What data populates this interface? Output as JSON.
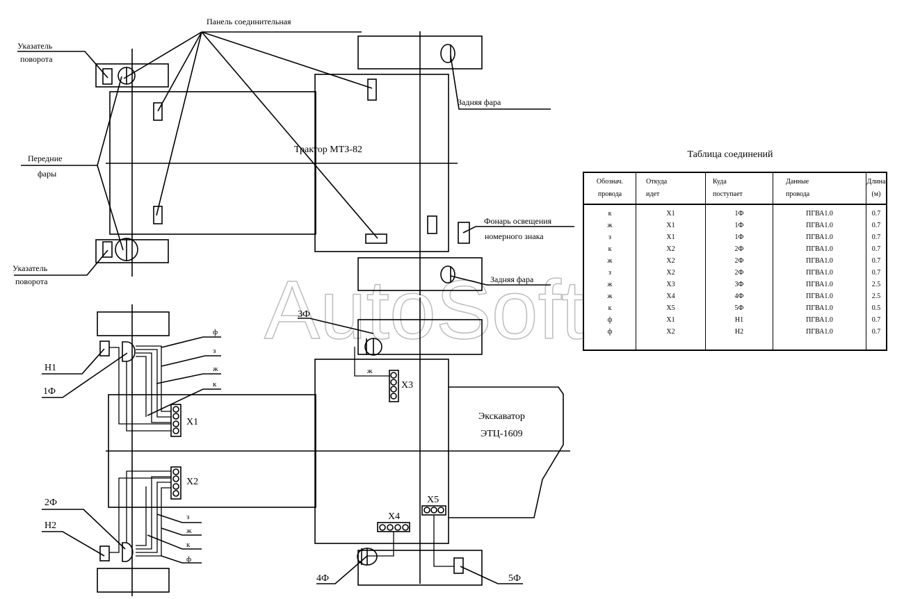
{
  "labels": {
    "panel": "Панель соединительная",
    "turn_signal_top_1": "Указатель",
    "turn_signal_top_2": "поворота",
    "headlights_1": "Передние",
    "headlights_2": "фары",
    "turn_signal_bottom_1": "Указатель",
    "turn_signal_bottom_2": "поворота",
    "rear_lamp_top": "Задняя фара",
    "rear_lamp_mid": "Задняя фара",
    "tractor": "Трактор МТЗ-82",
    "plate_lamp_1": "Фонарь освещения",
    "plate_lamp_2": "номерного знака",
    "excavator_1": "Экскаватор",
    "excavator_2": "ЭТЦ-1609",
    "h1": "Н1",
    "f1": "1Ф",
    "f2": "2Ф",
    "h2": "Н2",
    "f3": "3Ф",
    "f4": "4Ф",
    "f5": "5Ф",
    "x1": "Х1",
    "x2": "Х2",
    "x3": "Х3",
    "x4": "Х4",
    "x5": "Х5",
    "top_wire_f": "ф",
    "top_wire_z": "з",
    "top_wire_zh": "ж",
    "top_wire_k": "к",
    "bot_wire_z": "з",
    "bot_wire_zh": "ж",
    "bot_wire_k": "к",
    "bot_wire_f": "ф",
    "x3_wire": "ж"
  },
  "watermark": "AutoSoft",
  "table": {
    "title": "Таблица соединений",
    "headers": [
      [
        "Обознач.",
        "провода"
      ],
      [
        "Откуда",
        "идет"
      ],
      [
        "Куда",
        "поступает"
      ],
      [
        "Данные",
        "провода"
      ],
      [
        "Длина",
        "(м)"
      ]
    ],
    "rows": [
      [
        "к",
        "Х1",
        "1Ф",
        "ПГВА1.0",
        "0.7"
      ],
      [
        "ж",
        "Х1",
        "1Ф",
        "ПГВА1.0",
        "0.7"
      ],
      [
        "з",
        "Х1",
        "1Ф",
        "ПГВА1.0",
        "0.7"
      ],
      [
        "к",
        "Х2",
        "2Ф",
        "ПГВА1.0",
        "0.7"
      ],
      [
        "ж",
        "Х2",
        "2Ф",
        "ПГВА1.0",
        "0.7"
      ],
      [
        "з",
        "Х2",
        "2Ф",
        "ПГВА1.0",
        "0.7"
      ],
      [
        "ж",
        "Х3",
        "3Ф",
        "ПГВА1.0",
        "2.5"
      ],
      [
        "ж",
        "Х4",
        "4Ф",
        "ПГВА1.0",
        "2.5"
      ],
      [
        "к",
        "Х5",
        "5Ф",
        "ПГВА1.0",
        "0.5"
      ],
      [
        "ф",
        "Х1",
        "Н1",
        "ПГВА1.0",
        "0.7"
      ],
      [
        "ф",
        "Х2",
        "Н2",
        "ПГВА1.0",
        "0.7"
      ]
    ]
  }
}
